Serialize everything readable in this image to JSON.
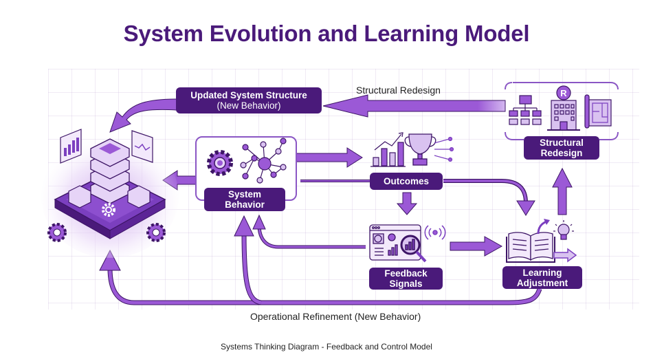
{
  "title": "System Evolution and Learning Model",
  "caption": "Systems Thinking Diagram - Feedback and Control Model",
  "colors": {
    "primary_dark": "#4a1a7a",
    "arrow_fill": "#9b59d6",
    "arrow_stroke": "#3d1566",
    "icon_light": "#d9c2f0",
    "icon_mid": "#9b6cd1"
  },
  "nodes": {
    "updated_structure": {
      "title": "Updated System Structure",
      "subtitle": "(New Behavior)"
    },
    "system_behavior": {
      "label_line1": "System",
      "label_line2": "Behavior",
      "icons": [
        "gear-icon",
        "network-icon"
      ]
    },
    "outcomes": {
      "label": "Outcomes",
      "icons": [
        "bar-chart-growth-icon",
        "trophy-icon",
        "circuit-lines-icon"
      ]
    },
    "feedback_signals": {
      "label_line1": "Feedback",
      "label_line2": "Signals",
      "icons": [
        "dashboard-window-icon",
        "magnifier-icon",
        "signal-broadcast-icon"
      ]
    },
    "learning_adjustment": {
      "label_line1": "Learning",
      "label_line2": "Adjustment",
      "icons": [
        "open-book-icon",
        "lightbulb-icon",
        "arrow-right-icon"
      ]
    },
    "structural_redesign": {
      "label_line1": "Structural",
      "label_line2": "Redesign",
      "icons": [
        "org-chart-icon",
        "building-icon",
        "blueprint-icon"
      ],
      "building_badge": "R"
    },
    "system_platform": {
      "icons": [
        "server-stack-icon",
        "gear-icon",
        "chart-panel-icon"
      ]
    }
  },
  "flows": {
    "structural_redesign": "Structural Redesign",
    "operational_refinement": "Operational Refinement (New Behavior)"
  }
}
